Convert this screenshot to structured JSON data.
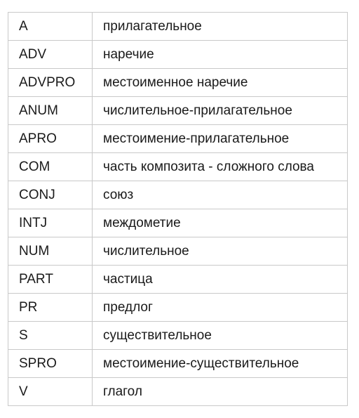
{
  "table": {
    "rows": [
      {
        "tag": "A",
        "description": "прилагательное"
      },
      {
        "tag": "ADV",
        "description": "наречие"
      },
      {
        "tag": "ADVPRO",
        "description": "местоименное наречие"
      },
      {
        "tag": "ANUM",
        "description": "числительное-прилагательное"
      },
      {
        "tag": "APRO",
        "description": "местоимение-прилагательное"
      },
      {
        "tag": "COM",
        "description": "часть композита - сложного слова"
      },
      {
        "tag": "CONJ",
        "description": "союз"
      },
      {
        "tag": "INTJ",
        "description": "междометие"
      },
      {
        "tag": "NUM",
        "description": "числительное"
      },
      {
        "tag": "PART",
        "description": "частица"
      },
      {
        "tag": "PR",
        "description": "предлог"
      },
      {
        "tag": "S",
        "description": "существительное"
      },
      {
        "tag": "SPRO",
        "description": "местоимение-существительное"
      },
      {
        "tag": "V",
        "description": "глагол"
      }
    ]
  }
}
